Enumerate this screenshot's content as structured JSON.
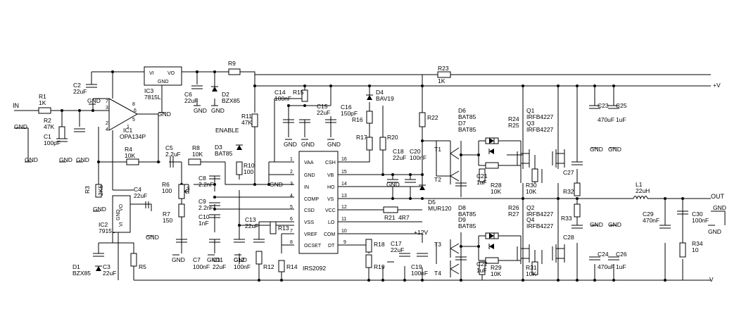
{
  "nets": {
    "in": "IN",
    "out": "OUT",
    "vpos": "+V",
    "vneg": "-V",
    "v12": "+12V",
    "enable": "ENABLE",
    "gnd": "GND"
  },
  "ics": {
    "ic1": {
      "ref": "IC1",
      "part": "OPA134P"
    },
    "ic2": {
      "ref": "IC2",
      "part": "7915L"
    },
    "ic3": {
      "ref": "IC3",
      "part": "7815L"
    },
    "ic4": {
      "part": "IRS2092"
    }
  },
  "reg_pins": {
    "vi": "VI",
    "vo": "VO",
    "gnd": "GND"
  },
  "ic1_pins": [
    "7",
    "3",
    "2",
    "4",
    "6",
    "8",
    "5",
    "1"
  ],
  "ic4_left_pins": [
    {
      "num": "1",
      "name": "VAA"
    },
    {
      "num": "2",
      "name": "GND"
    },
    {
      "num": "3",
      "name": "IN"
    },
    {
      "num": "4",
      "name": "COMP"
    },
    {
      "num": "5",
      "name": "CSD"
    },
    {
      "num": "6",
      "name": "VSS"
    },
    {
      "num": "7",
      "name": "VREF"
    },
    {
      "num": "8",
      "name": "OCSET"
    }
  ],
  "ic4_right_pins": [
    {
      "num": "16",
      "name": "CSH"
    },
    {
      "num": "15",
      "name": "VB"
    },
    {
      "num": "14",
      "name": "HO"
    },
    {
      "num": "13",
      "name": "VS"
    },
    {
      "num": "12",
      "name": "VCC"
    },
    {
      "num": "11",
      "name": "LO"
    },
    {
      "num": "10",
      "name": "COM"
    },
    {
      "num": "9",
      "name": "DT"
    }
  ],
  "resistors": {
    "r1": [
      "R1",
      "1K"
    ],
    "r2": [
      "R2",
      "47K"
    ],
    "r3": [
      "R3",
      "2K5"
    ],
    "r4": [
      "R4",
      "10K"
    ],
    "r5": [
      "R5",
      ""
    ],
    "r6": [
      "R6",
      "100"
    ],
    "r7": [
      "R7",
      "150"
    ],
    "r8": [
      "R8",
      "10K"
    ],
    "r9": [
      "R9",
      ""
    ],
    "r10": [
      "R10",
      "100"
    ],
    "r11": [
      "R11",
      "47K"
    ],
    "r12": [
      "R12",
      ""
    ],
    "r13": [
      "R13",
      ""
    ],
    "r14": [
      "R14",
      ""
    ],
    "r15": [
      "R15",
      ""
    ],
    "r16": [
      "R16",
      ""
    ],
    "r17": [
      "R17",
      ""
    ],
    "r18": [
      "R18",
      ""
    ],
    "r19": [
      "R19",
      ""
    ],
    "r20": [
      "R20",
      ""
    ],
    "r21": [
      "R21",
      "4R7"
    ],
    "r22": [
      "R22",
      ""
    ],
    "r23": [
      "R23",
      "1K"
    ],
    "r24": [
      "R24",
      ""
    ],
    "r25": [
      "R25",
      ""
    ],
    "r26": [
      "R26",
      ""
    ],
    "r27": [
      "R27",
      ""
    ],
    "r28": [
      "R28",
      "10K"
    ],
    "r29": [
      "R29",
      "10K"
    ],
    "r30": [
      "R30",
      "10K"
    ],
    "r31": [
      "R31",
      "10K"
    ],
    "r32": [
      "R32",
      ""
    ],
    "r33": [
      "R33",
      ""
    ],
    "r34": [
      "R34",
      "10"
    ]
  },
  "capacitors": {
    "c1": [
      "C1",
      "100pF"
    ],
    "c2": [
      "C2",
      "22uF"
    ],
    "c3": [
      "C3",
      "22uF"
    ],
    "c4": [
      "C4",
      "22uF"
    ],
    "c5": [
      "C5",
      "2.2uF"
    ],
    "c6": [
      "C6",
      "22uF"
    ],
    "c7": [
      "C7",
      "100nF"
    ],
    "c8": [
      "C8",
      "2.2nF"
    ],
    "c9": [
      "C9",
      "2.2nF"
    ],
    "c10": [
      "C10",
      "1nF"
    ],
    "c11": [
      "C11",
      "22uF"
    ],
    "c12": [
      "C12",
      "100nF"
    ],
    "c13": [
      "C13",
      "22uF"
    ],
    "c14": [
      "C14",
      "100nF"
    ],
    "c15": [
      "C15",
      "22uF"
    ],
    "c16": [
      "C16",
      "150pF"
    ],
    "c17": [
      "C17",
      "22uF"
    ],
    "c18": [
      "C18",
      "22uF"
    ],
    "c19": [
      "C19",
      "100nF"
    ],
    "c20": [
      "C20",
      "100nF"
    ],
    "c21": [
      "C21",
      "1uF"
    ],
    "c22": [
      "C22",
      "1uF"
    ],
    "c23": [
      "C23",
      "470uF"
    ],
    "c24": [
      "C24",
      "470uF"
    ],
    "c25": [
      "C25",
      "1uF"
    ],
    "c26": [
      "C26",
      "1uF"
    ],
    "c27": [
      "C27",
      ""
    ],
    "c28": [
      "C28",
      ""
    ],
    "c29": [
      "C29",
      "470nF"
    ],
    "c30": [
      "C30",
      "100nF"
    ]
  },
  "diodes": {
    "d1": [
      "D1",
      "BZX85"
    ],
    "d2": [
      "D2",
      "BZX85"
    ],
    "d3": [
      "D3",
      "BAT85"
    ],
    "d4": [
      "D4",
      "BAV19"
    ],
    "d5": [
      "D5",
      "MUR120"
    ],
    "d6": "D6",
    "d6p": "BAT85",
    "d7": "D7",
    "d7p": "BAT85",
    "d8": "D8",
    "d8p": "BAT85",
    "d9": "D9",
    "d9p": "BAT85"
  },
  "mosfets": {
    "q1": "Q1",
    "q1p": "IRFB4227",
    "q3": "Q3",
    "q3p": "IRFB4227",
    "q2": "Q2",
    "q2p": "IRFB4227",
    "q4": "Q4",
    "q4p": "IRFB4227"
  },
  "transistors": {
    "t1": "T1",
    "t2": "T2",
    "t3": "T3",
    "t4": "T4"
  },
  "inductor": [
    "L1",
    "22uH"
  ],
  "pot_wiper": "S"
}
